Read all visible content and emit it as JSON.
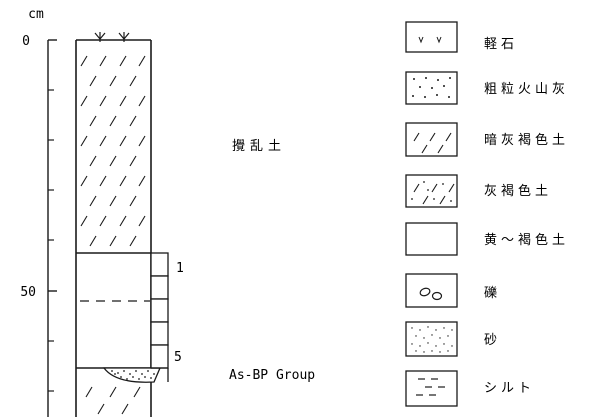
{
  "axis": {
    "unit": "cm",
    "ticks": [
      {
        "label": "0",
        "value": 0
      },
      {
        "label": "50",
        "value": 50
      }
    ]
  },
  "column": {
    "layer_label": "攪乱土",
    "group_label": "As-BP Group",
    "sample_numbers": [
      "1",
      "5"
    ]
  },
  "legend": {
    "items": [
      {
        "label": "軽石",
        "icon": "pumice-icon"
      },
      {
        "label": "粗粒火山灰",
        "icon": "coarse-volcanic-ash-icon"
      },
      {
        "label": "暗灰褐色土",
        "icon": "dark-grayish-brown-soil-icon"
      },
      {
        "label": "灰褐色土",
        "icon": "grayish-brown-soil-icon"
      },
      {
        "label": "黄～褐色土",
        "icon": "yellow-brown-soil-icon"
      },
      {
        "label": "礫",
        "icon": "gravel-icon"
      },
      {
        "label": "砂",
        "icon": "sand-icon"
      },
      {
        "label": "シルト",
        "icon": "silt-icon"
      }
    ]
  }
}
